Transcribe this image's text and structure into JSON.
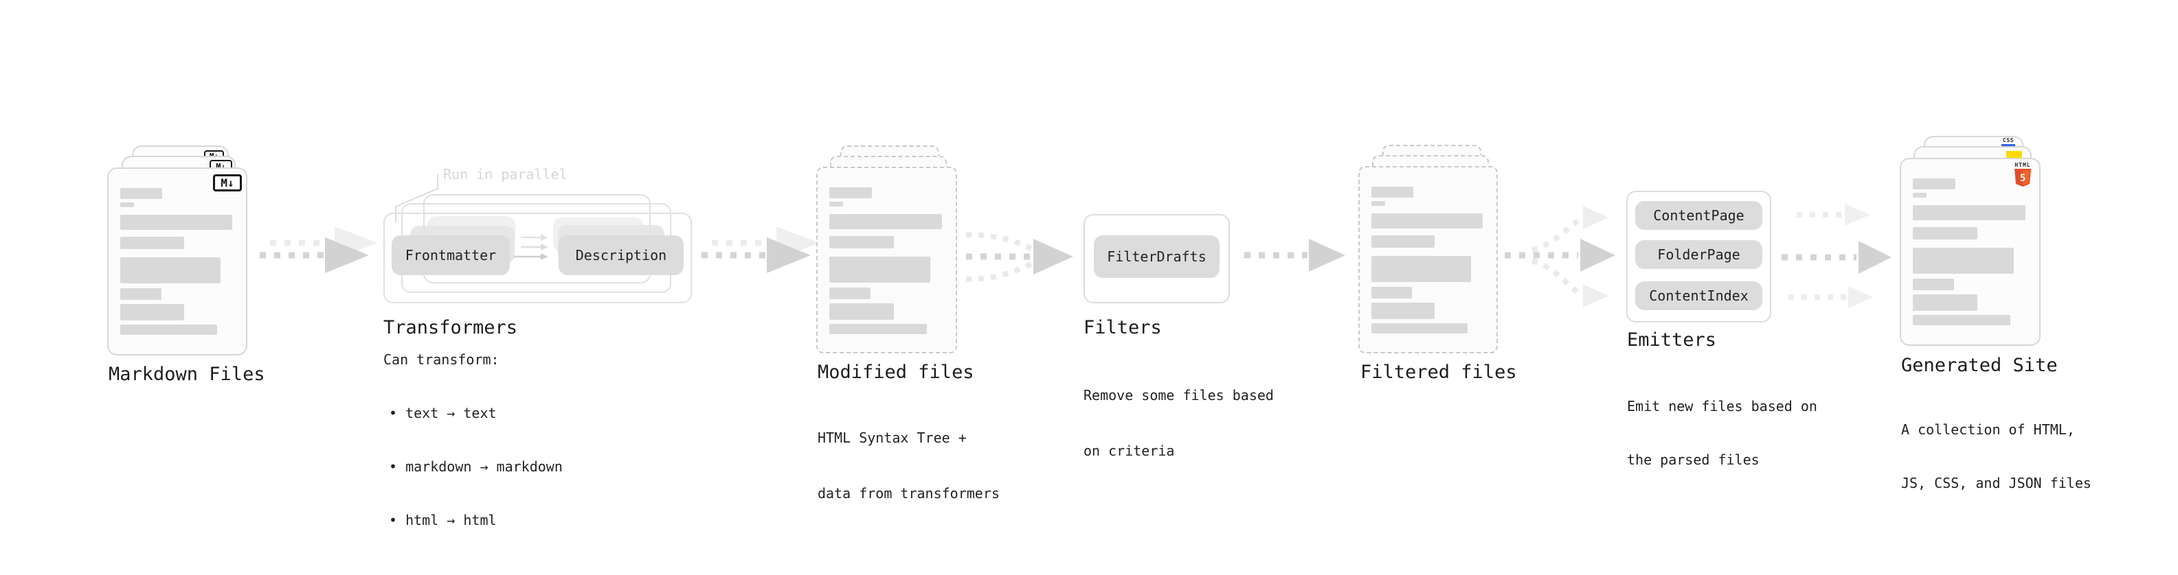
{
  "diagram": {
    "stages": {
      "markdown_files": {
        "label": "Markdown Files",
        "badge": "M↓"
      },
      "transformers": {
        "title": "Transformers",
        "annotation": "Run in parallel",
        "pill_left": "Frontmatter",
        "pill_right": "Description",
        "heading": "Can transform:",
        "bullets": [
          "• text → text",
          "• markdown → markdown",
          "• html → html"
        ]
      },
      "modified_files": {
        "label": "Modified files",
        "description": [
          "HTML Syntax Tree +",
          "data from transformers"
        ]
      },
      "filters": {
        "title": "Filters",
        "pill": "FilterDrafts",
        "description": [
          "Remove some files based",
          "on criteria"
        ]
      },
      "filtered_files": {
        "label": "Filtered files"
      },
      "emitters": {
        "title": "Emitters",
        "pills": [
          "ContentPage",
          "FolderPage",
          "ContentIndex"
        ],
        "description": [
          "Emit new files based on",
          "the parsed files"
        ]
      },
      "generated_site": {
        "label": "Generated Site",
        "description": [
          "A collection of HTML,",
          "JS, CSS, and JSON files"
        ],
        "css_badge": "CSS",
        "html_badge": {
          "label": "HTML",
          "number": "5"
        }
      }
    },
    "colors": {
      "arrow": "#d4d4d4",
      "arrow_faint": "#ececec",
      "skeleton_bar": "#d9d9d9",
      "accent_html5": "#e44d26",
      "accent_js": "#ffd900",
      "accent_css": "#2e63e9"
    }
  }
}
